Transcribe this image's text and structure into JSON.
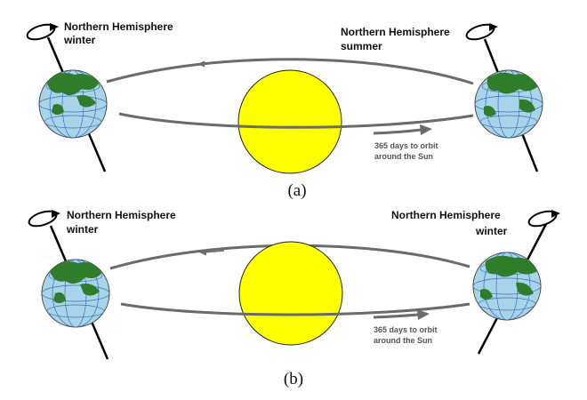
{
  "colors": {
    "sun_fill": "#ffff00",
    "sun_stroke": "#222222",
    "ocean": "#a8d4ea",
    "land": "#2f7d2a",
    "grid": "#3a6fb8",
    "orbit": "#6b6b6b",
    "axis": "#000000"
  },
  "icons": [
    "sun-icon",
    "earth-icon",
    "axis-tilt-icon",
    "rotation-arrow-icon",
    "orbit-arrow-icon"
  ],
  "panels": [
    {
      "panel_label": "(a)",
      "left_earth_label": [
        "Northern Hemisphere",
        "winter"
      ],
      "right_earth_label": [
        "Northern Hemisphere",
        "summer"
      ],
      "orbit_note": [
        "365 days to orbit",
        "around the Sun"
      ]
    },
    {
      "panel_label": "(b)",
      "left_earth_label": [
        "Northern Hemisphere",
        "winter"
      ],
      "right_earth_label": [
        "Northern Hemisphere",
        "winter"
      ],
      "orbit_note": [
        "365 days to orbit",
        "around the Sun"
      ]
    }
  ]
}
